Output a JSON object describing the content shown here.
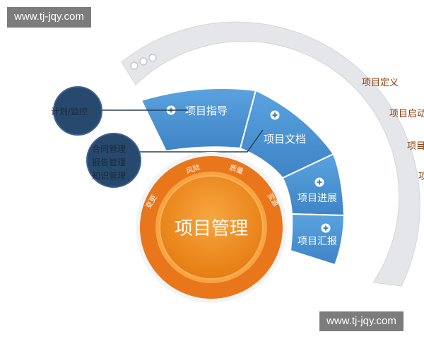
{
  "watermark": "www.tj-jqy.com",
  "center": {
    "label": "项目管理"
  },
  "inner_ring": [
    "风险",
    "质量",
    "变更",
    "资源"
  ],
  "segments": [
    {
      "label": "项目指导",
      "icon": "plus-icon"
    },
    {
      "label": "项目文档",
      "icon": "plus-icon"
    },
    {
      "label": "项目进展",
      "icon": "plus-icon"
    },
    {
      "label": "项目汇报",
      "icon": "plus-icon"
    }
  ],
  "left_labels": {
    "control": "计划/监控",
    "management": [
      "合同管理",
      "报告管理",
      "知识管理"
    ]
  },
  "phases": [
    "项目定义",
    "项目启动",
    "项目",
    "项"
  ],
  "colors": {
    "segment_blue": "#4a90d0",
    "orange": "#ef8c1e",
    "navy": "#27496e",
    "arc_gray": "#e4e6e9",
    "phase_text": "#8a3a0a"
  }
}
